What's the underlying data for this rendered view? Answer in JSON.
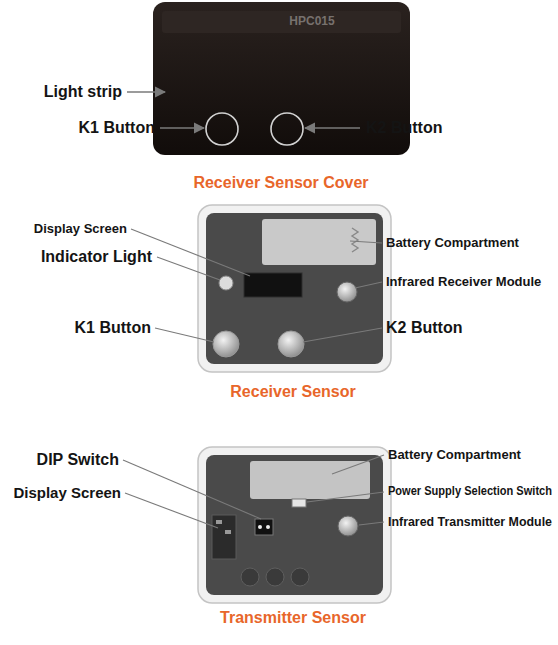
{
  "diagram": {
    "labels": [
      "HPC015",
      "Light strip",
      "K1 Button",
      "K2 Button",
      "Receiver Sensor Cover",
      "Display Screen",
      "Battery Compartment",
      "Indicator Light",
      "Infrared Receiver Module",
      "K1 Button",
      "K2 Button",
      "Receiver Sensor",
      "DIP Switch",
      "Battery Compartment",
      "Display Screen",
      "Power Supply Selection Switch",
      "Infrared Transmitter Module",
      "Transmitter Sensor"
    ]
  }
}
